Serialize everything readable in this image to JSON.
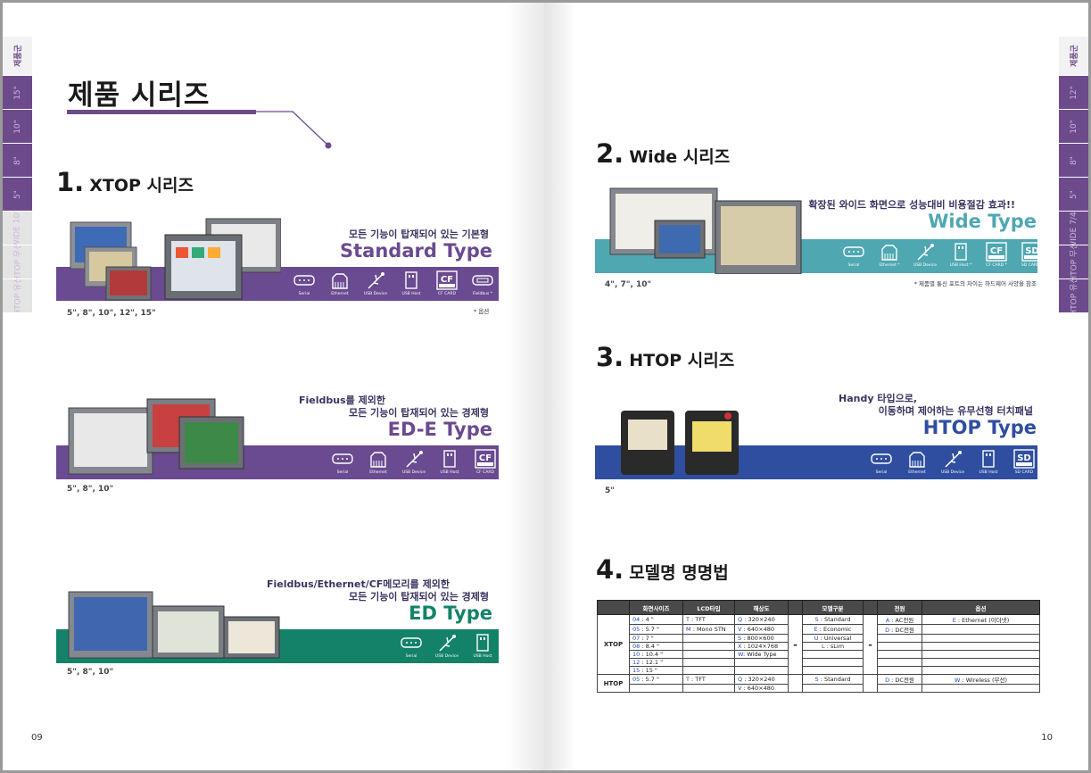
{
  "left_page": {
    "page_title": "제품 시리즈",
    "tabs": [
      "제품군",
      "15\"",
      "10\"",
      "8\"",
      "5\"",
      "WIDE 10\"",
      "HTOP 무선",
      "HTOP 유선"
    ],
    "page_number": "09",
    "sections": [
      {
        "number": "1.",
        "title": "XTOP 시리즈",
        "caption": [
          "모든 기능이 탑재되어 있는 기본형"
        ],
        "type": "Standard Type",
        "sizes": "5\", 8\", 10\", 12\", 15\"",
        "note": "* 옵션",
        "ports": [
          "Serial",
          "Ethernet",
          "USB Device",
          "USB Host",
          "CF CARD",
          "Fieldbus *"
        ]
      },
      {
        "caption": [
          "Fieldbus를 제외한",
          "모든 기능이 탑재되어 있는 경제형"
        ],
        "type": "ED-E Type",
        "sizes": "5\", 8\", 10\"",
        "ports": [
          "Serial",
          "Ethernet",
          "USB Device",
          "USB Host",
          "CF CARD"
        ]
      },
      {
        "caption": [
          "Fieldbus/Ethernet/CF메모리를 제외한",
          "모든 기능이 탑재되어 있는 경제형"
        ],
        "type": "ED Type",
        "sizes": "5\", 8\", 10\"",
        "ports": [
          "Serial",
          "USB Device",
          "USB Host"
        ]
      }
    ]
  },
  "right_page": {
    "tabs": [
      "제품군",
      "12\"",
      "10\"",
      "8\"",
      "5\"",
      "WIDE 7/4\"",
      "HTOP 무선",
      "HTOP 유선"
    ],
    "page_number": "10",
    "sections": [
      {
        "number": "2.",
        "title": "Wide 시리즈",
        "caption": [
          "확장된 와이드 화면으로 성능대비 비용절감 효과!!"
        ],
        "type": "Wide Type",
        "sizes": "4\", 7\", 10\"",
        "note": "* 제품별 통신 포트의 차이는 하드웨어 사양을 참조",
        "ports": [
          "Serial",
          "Ethernet *",
          "USB Device",
          "USB Host *",
          "CF CARD *",
          "SD CARD *"
        ]
      },
      {
        "number": "3.",
        "title": "HTOP 시리즈",
        "caption": [
          "Handy 타입으로,",
          "이동하며 제어하는 유무선형 터치패널"
        ],
        "type": "HTOP Type",
        "sizes": "5\"",
        "ports": [
          "Serial",
          "Ethernet",
          "USB Device",
          "USB Host",
          "SD CARD"
        ]
      },
      {
        "number": "4.",
        "title": "모델명 명명법"
      }
    ],
    "table": {
      "headers": [
        "",
        "화면사이즈",
        "LCD타입",
        "해상도",
        "",
        "모델구분",
        "",
        "전원",
        "옵션"
      ],
      "xtop_label": "XTOP",
      "htop_label": "HTOP",
      "xtop_rows": [
        [
          "04 : 4 \"",
          "T : TFT",
          "Q : 320×240",
          "S : Standard",
          "A : AC전원",
          "E : Ethernet (이더넷)"
        ],
        [
          "05 : 5.7 \"",
          "M : Mono STN",
          "V : 640×480",
          "E : Economic",
          "D : DC전원",
          ""
        ],
        [
          "07 : 7 \"",
          "",
          "S : 800×600",
          "U : Universal",
          "",
          ""
        ],
        [
          "08 : 8.4 \"",
          "",
          "X : 1024×768",
          "L : sLim",
          "",
          ""
        ],
        [
          "10 : 10.4 \"",
          "",
          "W: Wide Type",
          "",
          "",
          ""
        ],
        [
          "12 : 12.1 \"",
          "",
          "",
          "",
          "",
          ""
        ],
        [
          "15 : 15 \"",
          "",
          "",
          "",
          "",
          ""
        ]
      ],
      "htop_rows": [
        [
          "05 : 5.7 \"",
          "T : TFT",
          "Q : 320×240",
          "S : Standard",
          "D : DC전원",
          "W : Wireless (무선)"
        ],
        [
          "",
          "",
          "V : 640×480",
          "",
          "",
          ""
        ]
      ],
      "dash": "-"
    }
  }
}
